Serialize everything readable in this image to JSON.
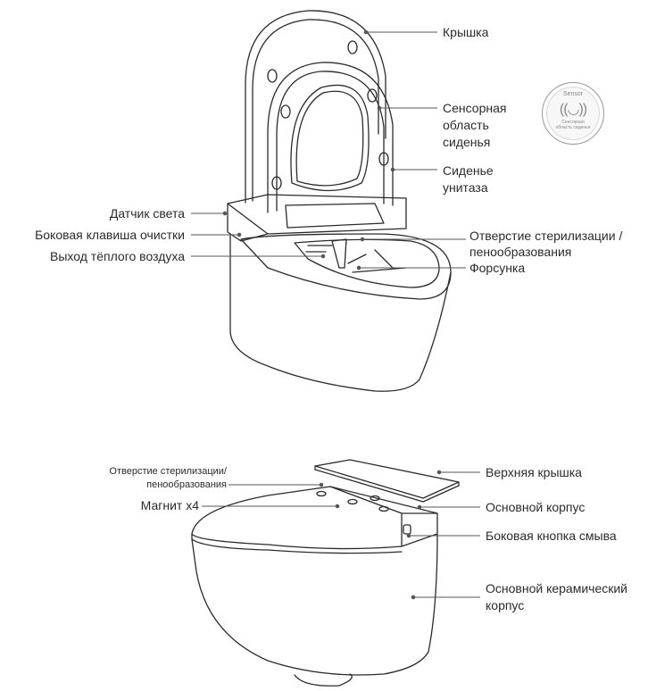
{
  "top_figure": {
    "labels": {
      "lid": "Крышка",
      "sensor_area_1": "Сенсорная",
      "sensor_area_2": "область",
      "sensor_area_3": "сиденья",
      "seat_1": "Сиденье",
      "seat_2": "унитаза",
      "light_sensor": "Датчик света",
      "side_clean_key": "Боковая клавиша очистки",
      "warm_air": "Выход тёплого воздуха",
      "steril_1": "Отверстие стерилизации /",
      "steril_2": "пенообразования",
      "nozzle": "Форсунка"
    },
    "sensor_badge": {
      "title": "Sensor",
      "wave": "((◡))",
      "caption_1": "Сенсорная",
      "caption_2": "область сиденья"
    }
  },
  "bottom_figure": {
    "labels": {
      "steril_1": "Отверстие стерилизации/",
      "steril_2": "пенообразования",
      "magnet": "Магнит х4",
      "top_cover": "Верхняя крышка",
      "main_body": "Основной корпус",
      "flush_button": "Боковая кнопка смыва",
      "ceramic_1": "Основной керамический",
      "ceramic_2": "корпус"
    }
  },
  "colors": {
    "line": "#2b2b2b",
    "leader": "#555555"
  }
}
